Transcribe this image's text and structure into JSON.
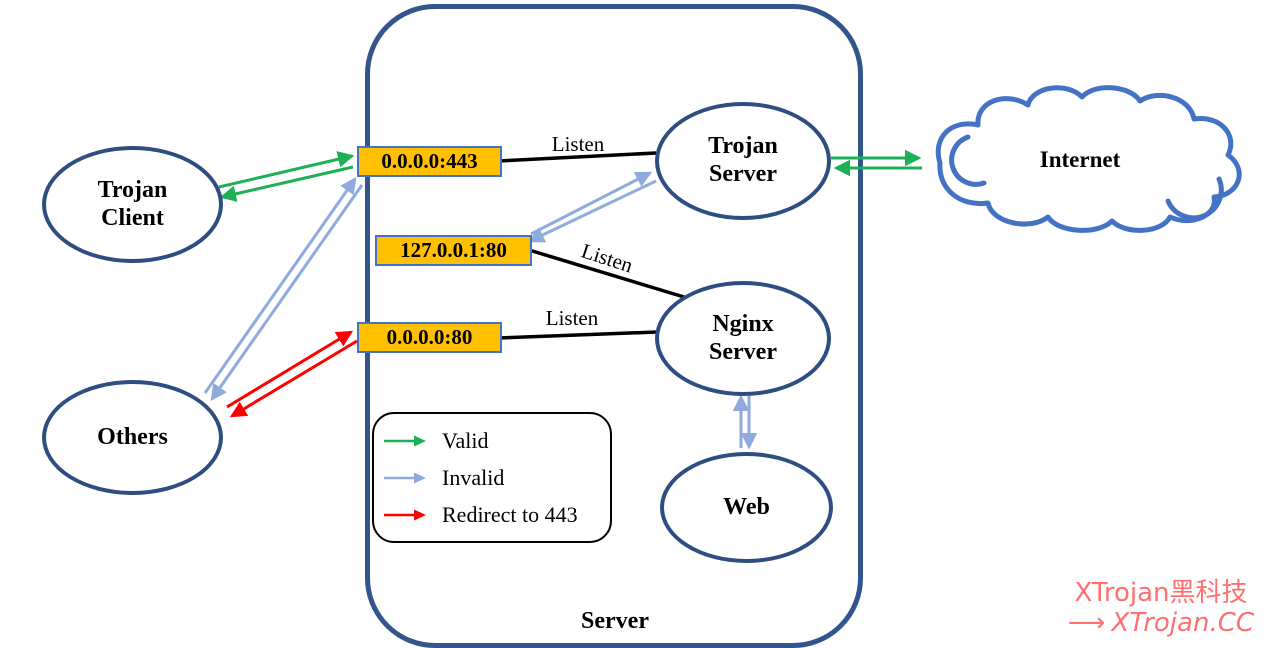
{
  "title": "Trojan server architecture diagram",
  "colors": {
    "node_border": "#2e4d80",
    "server_border": "#33558e",
    "cloud_border": "#4472c4",
    "port_fill": "#ffc000",
    "port_border": "#4472c4",
    "valid": "#1db056",
    "invalid": "#8faadc",
    "redirect": "#ff0000",
    "listen_line": "#000000",
    "watermark": "#ff7070"
  },
  "nodes": {
    "trojan_client": {
      "label": "Trojan Client"
    },
    "others": {
      "label": "Others"
    },
    "trojan_server": {
      "label": "Trojan Server"
    },
    "nginx_server": {
      "label": "Nginx Server"
    },
    "web": {
      "label": "Web"
    },
    "internet": {
      "label": "Internet"
    },
    "server": {
      "label": "Server"
    }
  },
  "ports": {
    "p443": {
      "label": "0.0.0.0:443"
    },
    "local80": {
      "label": "127.0.0.1:80"
    },
    "p80": {
      "label": "0.0.0.0:80"
    }
  },
  "edges": {
    "listen1": "Listen",
    "listen2": "Listen",
    "listen3": "Listen"
  },
  "legend": {
    "items": [
      {
        "label": "Valid",
        "type": "valid"
      },
      {
        "label": "Invalid",
        "type": "invalid"
      },
      {
        "label": "Redirect to 443",
        "type": "redirect"
      }
    ]
  },
  "watermark": {
    "line1": "XTrojan黑科技",
    "arrow": "⟶",
    "line2": "XTrojan.CC"
  }
}
